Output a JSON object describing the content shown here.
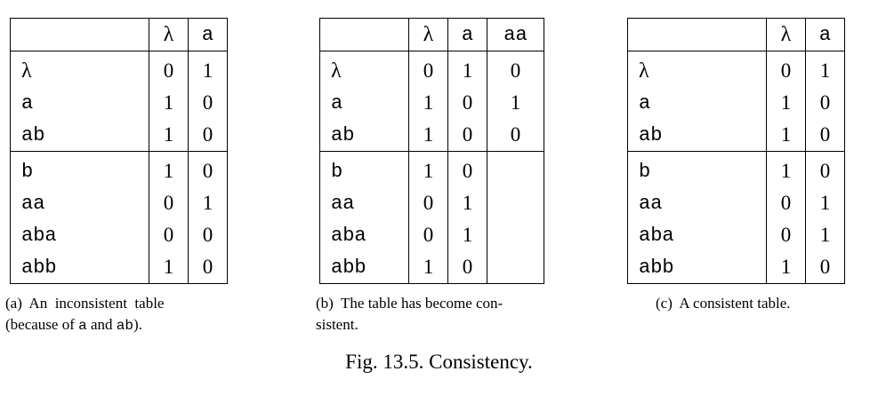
{
  "tables": [
    {
      "columns": [
        "λ",
        "a"
      ],
      "top_rows": [
        {
          "label": "λ",
          "values": [
            "0",
            "1"
          ]
        },
        {
          "label": "a",
          "values": [
            "1",
            "0"
          ]
        },
        {
          "label": "ab",
          "values": [
            "1",
            "0"
          ]
        }
      ],
      "bottom_rows": [
        {
          "label": "b",
          "values": [
            "1",
            "0"
          ]
        },
        {
          "label": "aa",
          "values": [
            "0",
            "1"
          ]
        },
        {
          "label": "aba",
          "values": [
            "0",
            "0"
          ]
        },
        {
          "label": "abb",
          "values": [
            "1",
            "0"
          ]
        }
      ]
    },
    {
      "columns": [
        "λ",
        "a",
        "aa"
      ],
      "top_rows": [
        {
          "label": "λ",
          "values": [
            "0",
            "1",
            "0"
          ]
        },
        {
          "label": "a",
          "values": [
            "1",
            "0",
            "1"
          ]
        },
        {
          "label": "ab",
          "values": [
            "1",
            "0",
            "0"
          ]
        }
      ],
      "bottom_rows": [
        {
          "label": "b",
          "values": [
            "1",
            "0",
            ""
          ]
        },
        {
          "label": "aa",
          "values": [
            "0",
            "1",
            ""
          ]
        },
        {
          "label": "aba",
          "values": [
            "0",
            "1",
            ""
          ]
        },
        {
          "label": "abb",
          "values": [
            "1",
            "0",
            ""
          ]
        }
      ]
    },
    {
      "columns": [
        "λ",
        "a"
      ],
      "top_rows": [
        {
          "label": "λ",
          "values": [
            "0",
            "1"
          ]
        },
        {
          "label": "a",
          "values": [
            "1",
            "0"
          ]
        },
        {
          "label": "ab",
          "values": [
            "1",
            "0"
          ]
        }
      ],
      "bottom_rows": [
        {
          "label": "b",
          "values": [
            "1",
            "0"
          ]
        },
        {
          "label": "aa",
          "values": [
            "0",
            "1"
          ]
        },
        {
          "label": "aba",
          "values": [
            "0",
            "1"
          ]
        },
        {
          "label": "abb",
          "values": [
            "1",
            "0"
          ]
        }
      ]
    }
  ],
  "captions": {
    "a": {
      "prefix": "(a)  An  inconsistent  table",
      "line2_start": "(because of ",
      "term1": "a",
      "mid": " and ",
      "term2": "ab",
      "end": ")."
    },
    "b": {
      "line1": "(b)  The table has become con-",
      "line2": "sistent."
    },
    "c": {
      "line1": "(c)  A consistent table."
    }
  },
  "figure_caption": "Fig. 13.5. Consistency."
}
